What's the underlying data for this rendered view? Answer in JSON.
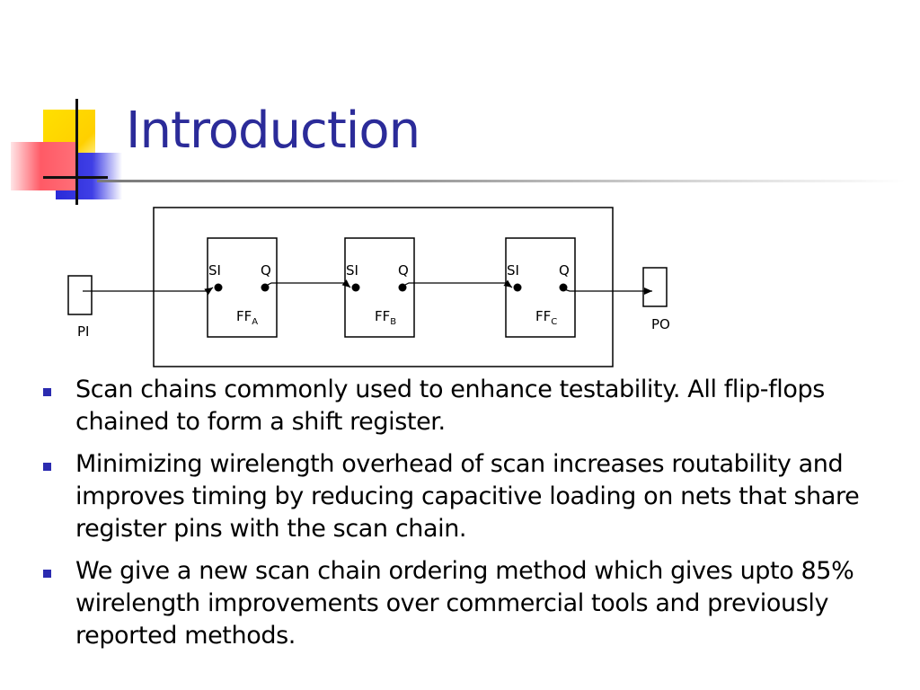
{
  "slide": {
    "title": "Introduction",
    "accent_color": "#2b2b99",
    "bullet_color": "#2b2bb0"
  },
  "diagram": {
    "flip_flops": [
      {
        "si_label": "SI",
        "q_label": "Q",
        "name_main": "FF",
        "name_sub": "A"
      },
      {
        "si_label": "SI",
        "q_label": "Q",
        "name_main": "FF",
        "name_sub": "B"
      },
      {
        "si_label": "SI",
        "q_label": "Q",
        "name_main": "FF",
        "name_sub": "C"
      }
    ],
    "input_label": "PI",
    "output_label": "PO"
  },
  "bullets": [
    {
      "text": "Scan chains commonly used to enhance testability. All flip-flops chained to form a shift register."
    },
    {
      "text": "Minimizing wirelength overhead of scan increases routability and improves timing by reducing capacitive loading on nets that share register pins with the scan chain."
    },
    {
      "text": "We give a new scan chain ordering method which gives upto 85% wirelength improvements over commercial tools and previously reported methods."
    }
  ]
}
